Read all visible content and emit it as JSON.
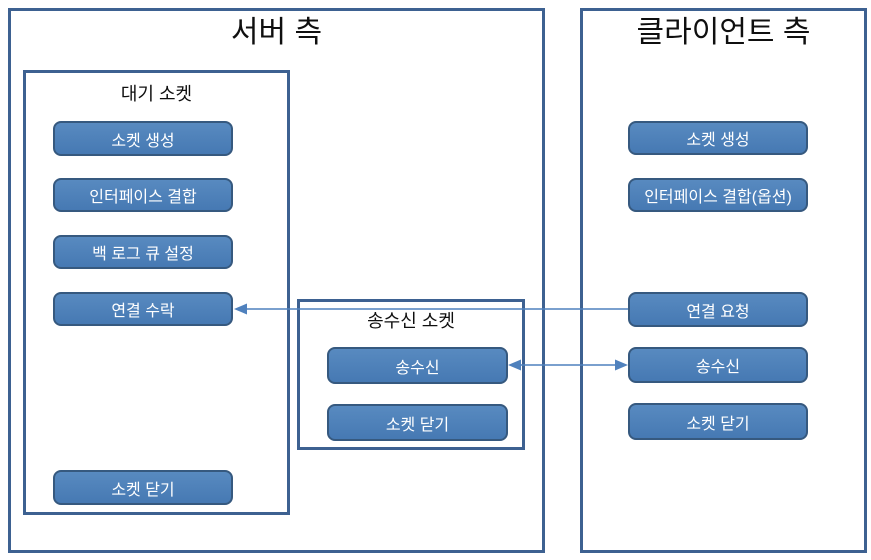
{
  "server": {
    "title": "서버 측",
    "waiting_socket": {
      "title": "대기 소켓",
      "nodes": [
        "소켓 생성",
        "인터페이스 결합",
        "백 로그 큐 설정",
        "연결 수락",
        "소켓 닫기"
      ]
    }
  },
  "transfer_socket": {
    "title": "송수신 소켓",
    "nodes": [
      "송수신",
      "소켓 닫기"
    ]
  },
  "client": {
    "title": "클라이언트 측",
    "nodes": [
      "소켓 생성",
      "인터페이스 결합(옵션)",
      "연결 요청",
      "송수신",
      "소켓 닫기"
    ]
  },
  "arrows": [
    {
      "from": "클라이언트 측: 연결 요청",
      "to": "서버 측: 연결 수락",
      "direction": "left"
    },
    {
      "from": "송수신 소켓: 송수신",
      "to": "클라이언트 측: 송수신",
      "direction": "both"
    }
  ],
  "colors": {
    "node_fill": "#4f81bd",
    "node_border": "#36597f",
    "frame_border": "#3d6191",
    "arrow": "#4f81bd",
    "title_text": "#0f0f0f",
    "node_text": "#ffffff"
  }
}
